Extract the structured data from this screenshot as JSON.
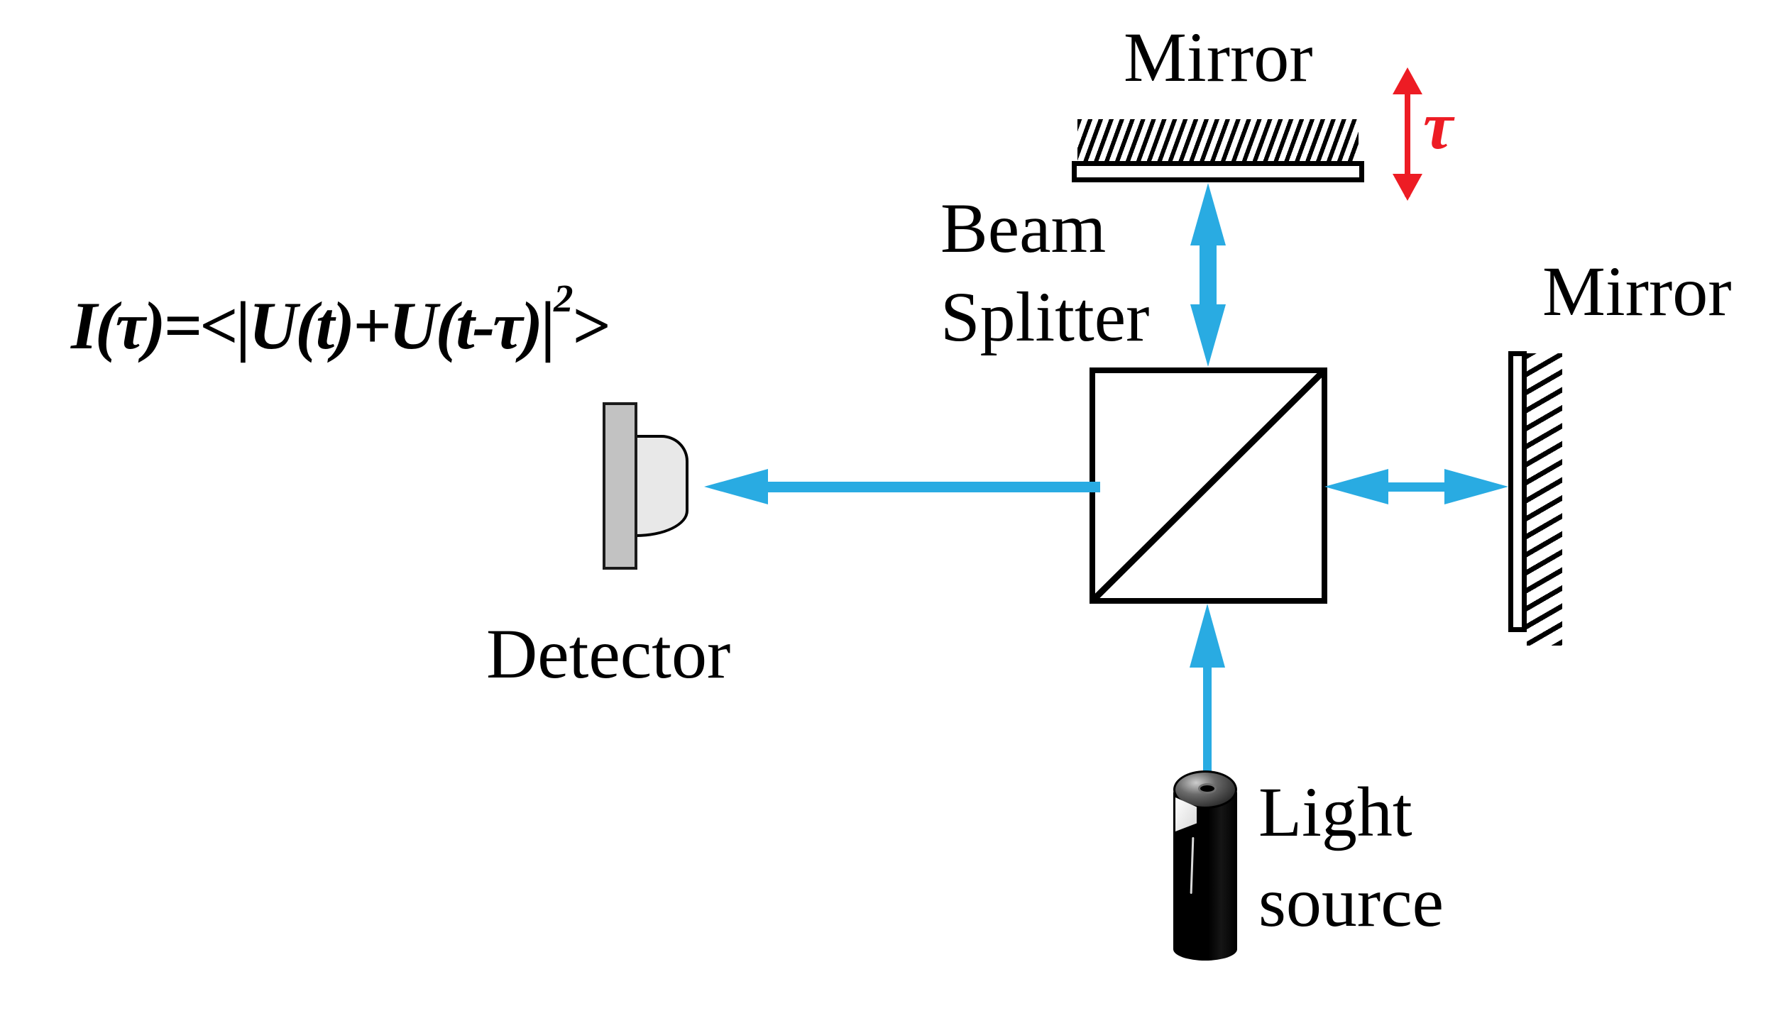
{
  "formula": {
    "main": "I(τ)=<|U(t)+U(t-τ)|",
    "superscript": "2",
    "close": ">"
  },
  "labels": {
    "mirror_top": "Mirror",
    "mirror_right": "Mirror",
    "beam_splitter": "Beam\nSplitter",
    "detector": "Detector",
    "light_source": "Light\nsource",
    "delay_symbol": "τ"
  },
  "colors": {
    "beam": "#29abe2",
    "delay_arrow": "#ed1c24",
    "ink": "#000000",
    "detector_plate": "#c2c2c2",
    "detector_dome": "#e8e8e8"
  }
}
